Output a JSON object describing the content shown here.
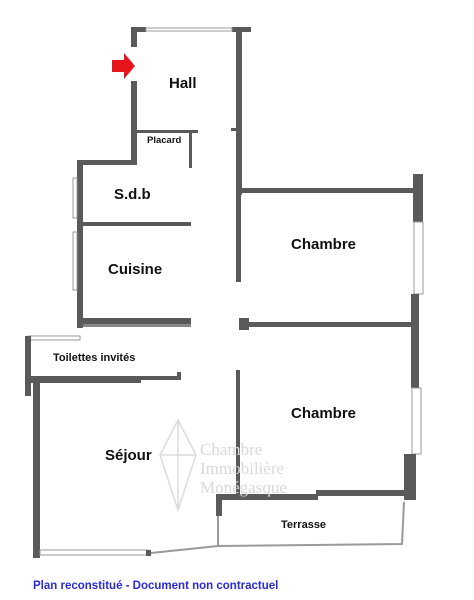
{
  "rooms": {
    "hall": "Hall",
    "placard": "Placard",
    "sdb": "S.d.b",
    "chambre_top": "Chambre",
    "cuisine": "Cuisine",
    "toilettes": "Toilettes invités",
    "chambre_bottom": "Chambre",
    "sejour": "Séjour",
    "terrasse": "Terrasse"
  },
  "watermark": {
    "line1": "Chambre",
    "line2": "Immobilière",
    "line3": "Monégasque"
  },
  "footer": "Plan reconstitué - Document non contractuel",
  "colors": {
    "wall": "#5a5a5a",
    "window": "#9a9a9a",
    "entry_arrow": "#e8141b",
    "footer_text": "#2b2bd6",
    "watermark": "#d9d9d9"
  },
  "icons": {
    "entry": "entry-arrow-icon",
    "watermark_logo": "diamond-logo-icon"
  }
}
